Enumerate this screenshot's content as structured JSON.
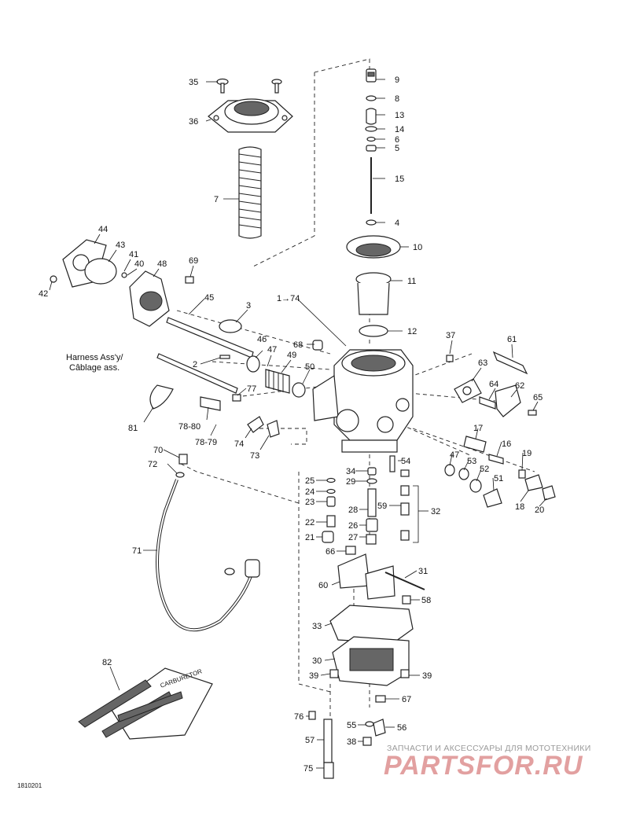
{
  "diagram": {
    "drawing_code": "1810201",
    "harness_label_en": "Harness Ass'y/",
    "harness_label_fr": "Câblage ass.",
    "watermark": {
      "top_text": "ЗАПЧАСТИ И АКСЕССУАРЫ ДЛЯ МОТОТЕХНИКИ",
      "brand": "PARTSFOR.RU",
      "color": "#e2a0a0"
    },
    "callouts": [
      "35",
      "36",
      "7",
      "9",
      "8",
      "13",
      "14",
      "6",
      "5",
      "15",
      "4",
      "10",
      "11",
      "44",
      "43",
      "41",
      "40",
      "48",
      "69",
      "42",
      "45",
      "3",
      "1→74",
      "12",
      "37",
      "61",
      "63",
      "64",
      "62",
      "65",
      "46",
      "47",
      "49",
      "68",
      "50",
      "2",
      "77",
      "81",
      "78-80",
      "78-79",
      "74",
      "73",
      "70",
      "72",
      "17",
      "16",
      "19",
      "53",
      "52",
      "51",
      "18",
      "20",
      "54",
      "34",
      "29",
      "25",
      "24",
      "23",
      "28",
      "32",
      "22",
      "26",
      "59",
      "21",
      "27",
      "66",
      "71",
      "31",
      "60",
      "58",
      "33",
      "30",
      "39",
      "82",
      "67",
      "76",
      "55",
      "56",
      "57",
      "38",
      "75"
    ]
  }
}
